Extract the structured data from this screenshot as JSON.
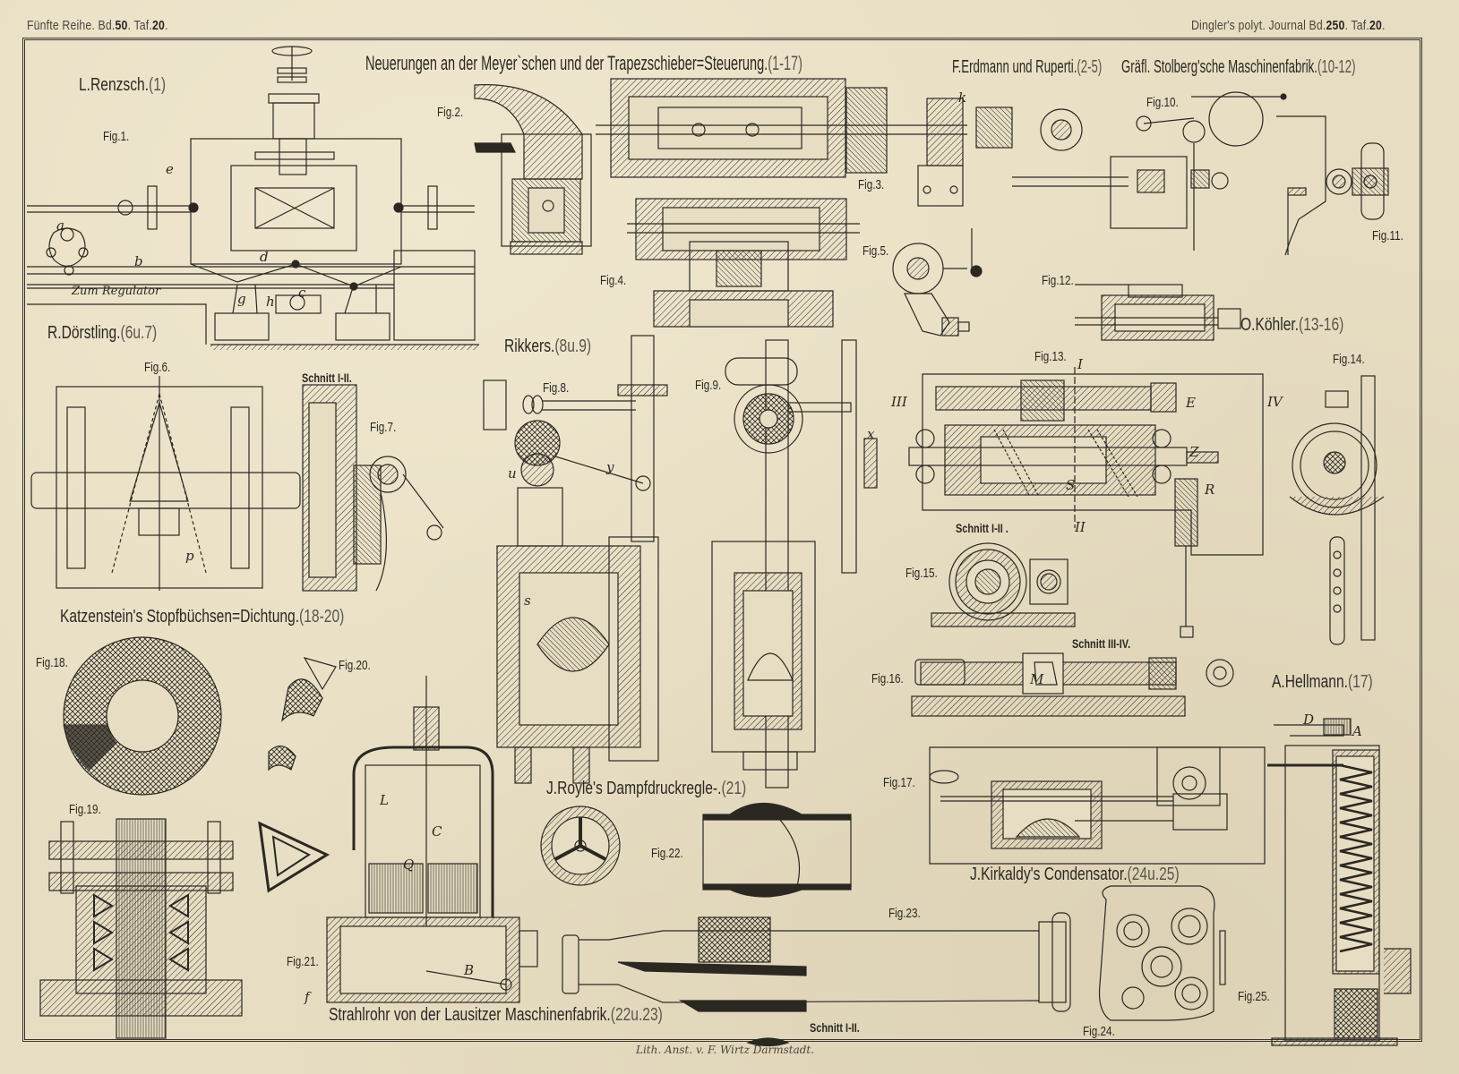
{
  "plate": {
    "header_left": {
      "prefix": "Fünfte Reihe. Bd.",
      "volume": "50",
      "mid": ". Taf.",
      "plate": "20",
      "suffix": "."
    },
    "header_right": {
      "prefix": "Dingler's polyt. Journal Bd.",
      "volume": "250",
      "mid": ". Taf.",
      "plate": "20",
      "suffix": "."
    },
    "title": {
      "text": "Neuerungen an der Meyer`schen und der Trapezschieber=Steuerung.",
      "ref": "(1-17)"
    },
    "footer_imprint": "Lith. Anst. v. F. Wirtz Darmstadt."
  },
  "makers": [
    {
      "name": "L.Renzsch.",
      "ref": "(1)"
    },
    {
      "name": "F.Erdmann und Ruperti.",
      "ref": "(2-5)"
    },
    {
      "name": "Gräfl. Stolberg'sche  Maschinenfabrik.",
      "ref": "(10-12)"
    },
    {
      "name": "R.Dörstling.",
      "ref": "(6u.7)"
    },
    {
      "name": "Rikkers.",
      "ref": "(8u.9)"
    },
    {
      "name": "O.Köhler.",
      "ref": "(13-16)"
    },
    {
      "name": "Katzenstein's  Stopfbüchsen=Dichtung.",
      "ref": "(18-20)"
    },
    {
      "name": "J.Royle's Dampfdruckregle-.",
      "ref": "(21)"
    },
    {
      "name": "A.Hellmann.",
      "ref": "(17)"
    },
    {
      "name": "J.Kirkaldy's Condensator.",
      "ref": "(24u.25)"
    },
    {
      "name": "Strahlrohr von der Lausitzer  Maschinenfabrik.",
      "ref": "(22u.23)"
    }
  ],
  "figures": {
    "fig1": "Fig.1.",
    "fig2": "Fig.2.",
    "fig3": "Fig.3.",
    "fig4": "Fig.4.",
    "fig5": "Fig.5.",
    "fig6": "Fig.6.",
    "fig7": "Fig.7.",
    "fig8": "Fig.8.",
    "fig9": "Fig.9.",
    "fig10": "Fig.10.",
    "fig11": "Fig.11.",
    "fig12": "Fig.12.",
    "fig13": "Fig.13.",
    "fig14": "Fig.14.",
    "fig15": "Fig.15.",
    "fig16": "Fig.16.",
    "fig17": "Fig.17.",
    "fig18": "Fig.18.",
    "fig19": "Fig.19.",
    "fig20": "Fig.20.",
    "fig21": "Fig.21.",
    "fig22": "Fig.22.",
    "fig23": "Fig.23.",
    "fig24": "Fig.24.",
    "fig25": "Fig.25."
  },
  "sections": {
    "fig7_section": "Schnitt I-II.",
    "fig15_section": "Schnitt I-II .",
    "fig16_section": "Schnitt III-IV.",
    "fig23_section": "Schnitt I-II."
  },
  "annotations": {
    "zum_regulator": "Zum Regulator",
    "letters": {
      "a": "a",
      "b": "b",
      "c": "c",
      "d": "d",
      "e": "e",
      "f": "f",
      "g": "g",
      "h": "h",
      "k": "k",
      "p": "p",
      "s": "s",
      "u": "u",
      "x": "x",
      "y": "y",
      "A": "A",
      "B": "B",
      "C": "C",
      "D": "D",
      "E": "E",
      "L": "L",
      "M": "M",
      "Q": "Q",
      "R": "R",
      "S": "S",
      "Z": "Z",
      "I": "I",
      "II": "II",
      "III": "III",
      "IV": "IV"
    }
  },
  "colors": {
    "paper": "#e7ddc2",
    "ink": "#2b2822",
    "ink_light": "#5a554c"
  }
}
